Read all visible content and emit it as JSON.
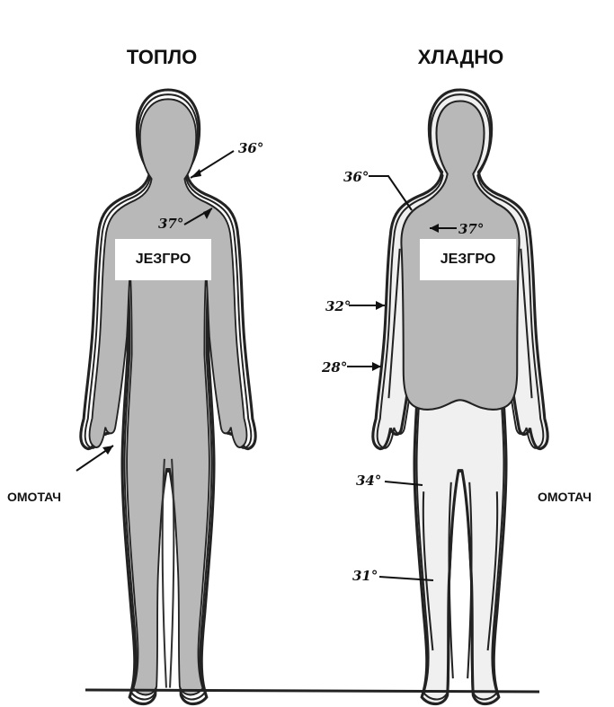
{
  "panels": {
    "warm": {
      "title": "ТОПЛО",
      "core_label": "ЈЕЗГРО",
      "shell_label": "ОМОТАЧ",
      "isotherms": [
        "36°",
        "37°"
      ]
    },
    "cold": {
      "title": "ХЛАДНО",
      "core_label": "ЈЕЗГРО",
      "shell_label": "ОМОТАЧ",
      "isotherms": [
        "36°",
        "37°",
        "32°",
        "28°",
        "34°",
        "31°"
      ]
    }
  },
  "colors": {
    "core_fill": "#b8b8b8",
    "shell_fill": "#f0f0f0",
    "outline": "#222222"
  }
}
